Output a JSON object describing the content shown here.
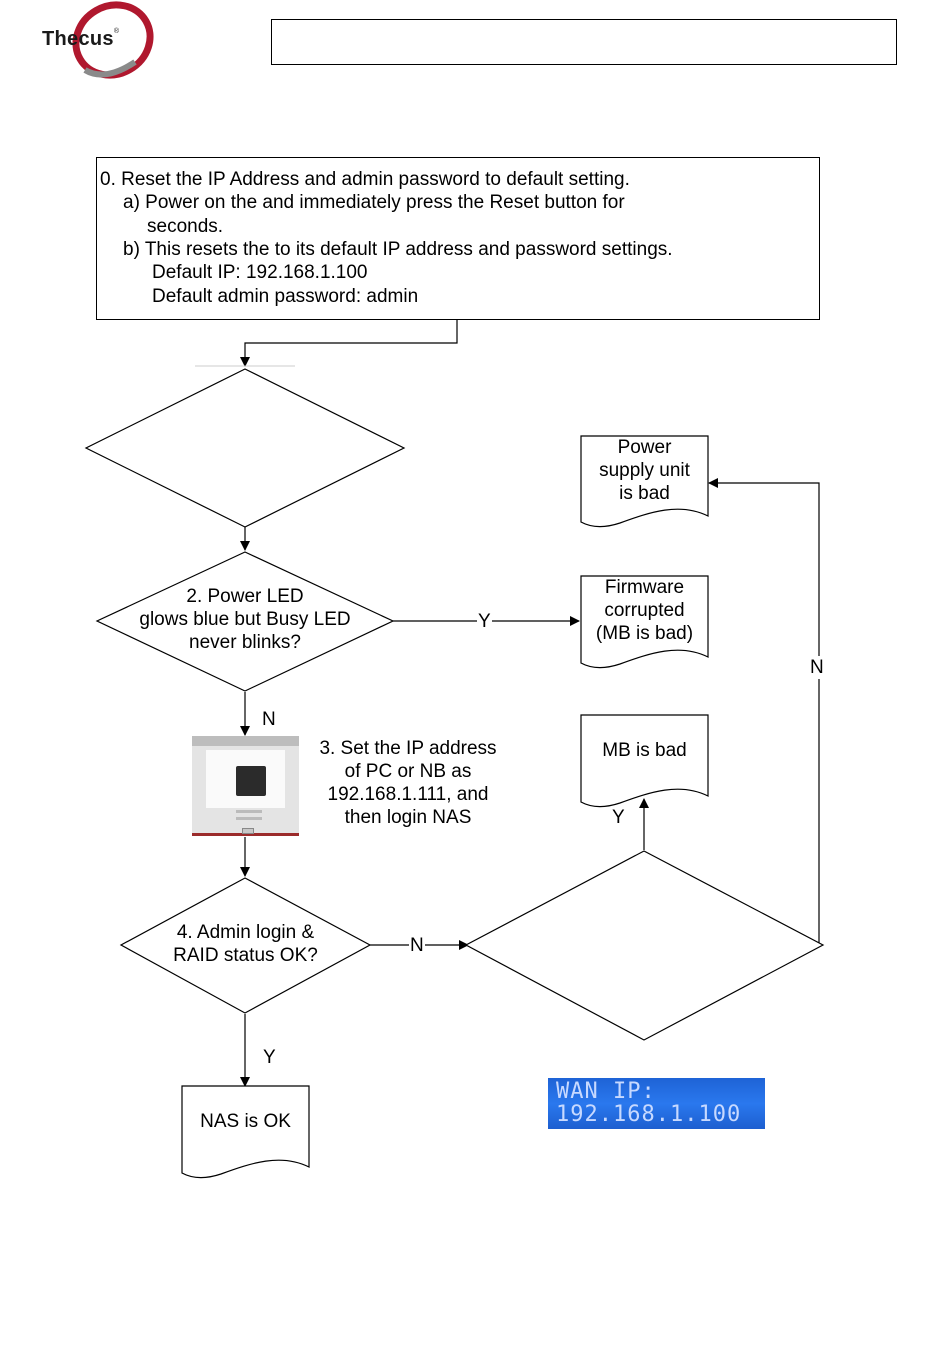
{
  "header": {
    "logo_text": "Thecus",
    "logo_mark": "®",
    "title_box_text": ""
  },
  "step0": {
    "line1": "0. Reset the IP Address and admin password to default setting.",
    "line2": "a) Power on the            and immediately press the Reset button for",
    "line3": "seconds.",
    "line4": "b) This resets the            to its default IP address and password settings.",
    "line5": "Default IP: 192.168.1.100",
    "line6": "Default admin password: admin"
  },
  "nodes": {
    "power_supply": [
      "Power",
      "supply unit",
      "is bad"
    ],
    "step2": [
      "2. Power LED",
      "glows blue but Busy LED",
      "never blinks?"
    ],
    "firmware": [
      "Firmware",
      "corrupted",
      "(MB is bad)"
    ],
    "step3": [
      "3. Set the IP address",
      "of PC or NB as",
      "192.168.1.111, and",
      "then login NAS"
    ],
    "mb_bad": "MB is bad",
    "step4": [
      "4. Admin login &",
      "RAID status OK?"
    ],
    "nas_ok": "NAS is OK"
  },
  "edges": {
    "y_firmware": "Y",
    "n_step3": "N",
    "n_right": "N",
    "y_mb": "Y",
    "n_step4": "N",
    "y_nas": "Y"
  },
  "lcd": {
    "line1": "WAN IP:",
    "line2": "192.168.1.100"
  },
  "colors": {
    "line": "#000000",
    "lcd_bg": "#2a78ee",
    "lcd_text": "#c7d9ff",
    "logo_swirl": "#b0182e"
  }
}
